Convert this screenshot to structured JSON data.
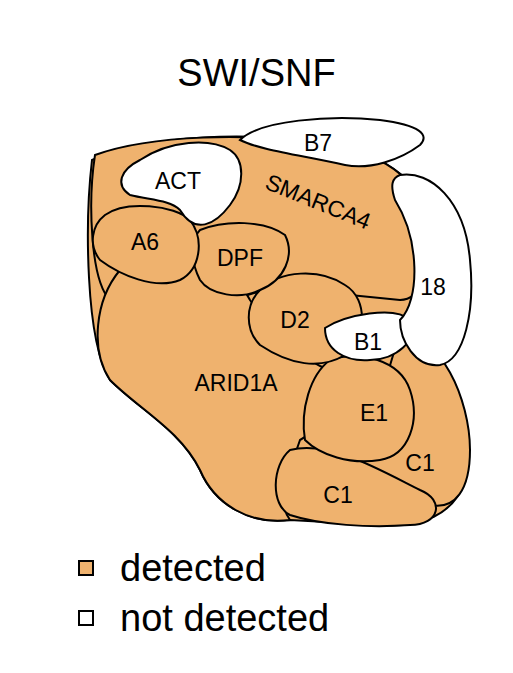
{
  "diagram": {
    "title": "SWI/SNF",
    "nodes": [
      {
        "text": [
          "ACT"
        ]
      },
      {
        "text": [
          "B7"
        ]
      },
      {
        "text": [
          "SMARCA4"
        ]
      },
      {
        "text": [
          "A6"
        ]
      },
      {
        "text": [
          "DPF"
        ]
      },
      {
        "text": [
          "18"
        ]
      },
      {
        "text": [
          "D2"
        ]
      },
      {
        "text": [
          "B1"
        ]
      },
      {
        "text": [
          "ARID1A"
        ]
      },
      {
        "text": [
          "E1"
        ]
      },
      {
        "text": [
          "C1"
        ]
      },
      {
        "text": [
          "C1"
        ]
      }
    ],
    "legend": [
      {
        "text": "detected",
        "color": "#efb26e"
      },
      {
        "text": "not detected",
        "color": "#ffffff"
      }
    ]
  }
}
